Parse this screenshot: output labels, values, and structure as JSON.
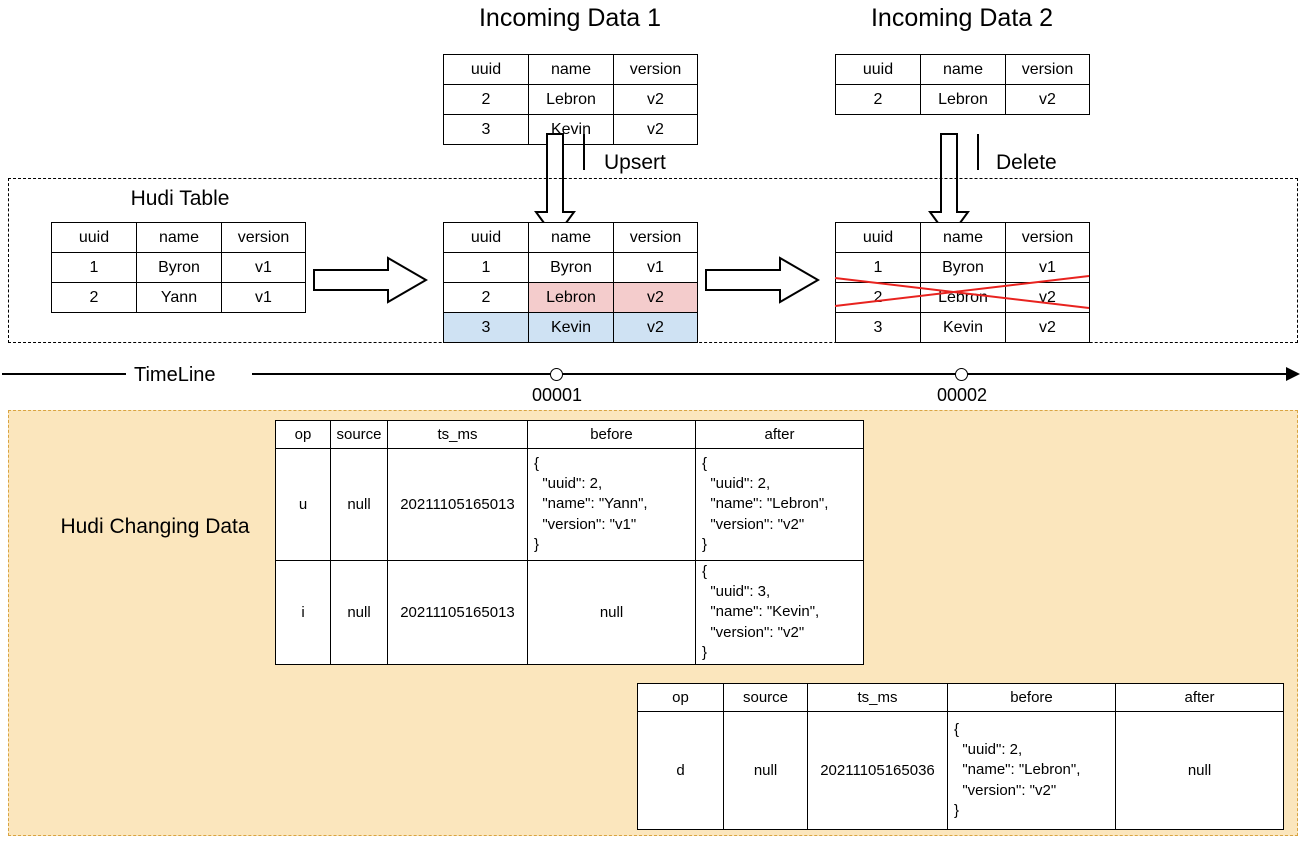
{
  "titles": {
    "incoming1": "Incoming Data 1",
    "incoming2": "Incoming Data 2",
    "hudi_table": "Hudi Table",
    "changing_data": "Hudi Changing Data"
  },
  "operations": {
    "upsert": "Upsert",
    "delete": "Delete"
  },
  "timeline": {
    "label": "TimeLine",
    "ticks": [
      {
        "label": "00001"
      },
      {
        "label": "00002"
      }
    ]
  },
  "columns": {
    "uuid": "uuid",
    "name": "name",
    "version": "version"
  },
  "incoming1_table": {
    "header": [
      "uuid",
      "name",
      "version"
    ],
    "rows": [
      [
        "2",
        "Lebron",
        "v2"
      ],
      [
        "3",
        "Kevin",
        "v2"
      ]
    ]
  },
  "incoming2_table": {
    "header": [
      "uuid",
      "name",
      "version"
    ],
    "rows": [
      [
        "2",
        "Lebron",
        "v2"
      ]
    ]
  },
  "hudi_initial_table": {
    "header": [
      "uuid",
      "name",
      "version"
    ],
    "rows": [
      [
        "1",
        "Byron",
        "v1"
      ],
      [
        "2",
        "Yann",
        "v1"
      ]
    ]
  },
  "hudi_after_upsert_table": {
    "header": [
      "uuid",
      "name",
      "version"
    ],
    "rows": [
      {
        "cells": [
          "1",
          "Byron",
          "v1"
        ],
        "highlight": [
          "none",
          "none",
          "none"
        ]
      },
      {
        "cells": [
          "2",
          "Lebron",
          "v2"
        ],
        "highlight": [
          "none",
          "red",
          "red"
        ]
      },
      {
        "cells": [
          "3",
          "Kevin",
          "v2"
        ],
        "highlight": [
          "blue",
          "blue",
          "blue"
        ]
      }
    ]
  },
  "hudi_after_delete_table": {
    "header": [
      "uuid",
      "name",
      "version"
    ],
    "rows": [
      {
        "cells": [
          "1",
          "Byron",
          "v1"
        ],
        "struck": false
      },
      {
        "cells": [
          "2",
          "Lebron",
          "v2"
        ],
        "struck": true
      },
      {
        "cells": [
          "3",
          "Kevin",
          "v2"
        ],
        "struck": false
      }
    ]
  },
  "cdc_table_1": {
    "header": [
      "op",
      "source",
      "ts_ms",
      "before",
      "after"
    ],
    "rows": [
      {
        "op": "u",
        "source": "null",
        "ts_ms": "20211105165013",
        "before": "{\n  \"uuid\": 2,\n  \"name\": \"Yann\",\n  \"version\": \"v1\"\n}",
        "after": "{\n  \"uuid\": 2,\n  \"name\": \"Lebron\",\n  \"version\": \"v2\"\n}"
      },
      {
        "op": "i",
        "source": "null",
        "ts_ms": "20211105165013",
        "before": "null",
        "after": "{\n  \"uuid\": 3,\n  \"name\": \"Kevin\",\n  \"version\": \"v2\"\n}"
      }
    ]
  },
  "cdc_table_2": {
    "header": [
      "op",
      "source",
      "ts_ms",
      "before",
      "after"
    ],
    "rows": [
      {
        "op": "d",
        "source": "null",
        "ts_ms": "20211105165036",
        "before": "{\n  \"uuid\": 2,\n  \"name\": \"Lebron\",\n  \"version\": \"v2\"\n}",
        "after": "null"
      }
    ]
  },
  "colors": {
    "highlight_red": "#f4cccc",
    "highlight_blue": "#cfe2f3",
    "delete_stroke": "#e8231f",
    "panel_fill": "#fbe6bd",
    "panel_border": "#d9a441",
    "line": "#000000"
  }
}
